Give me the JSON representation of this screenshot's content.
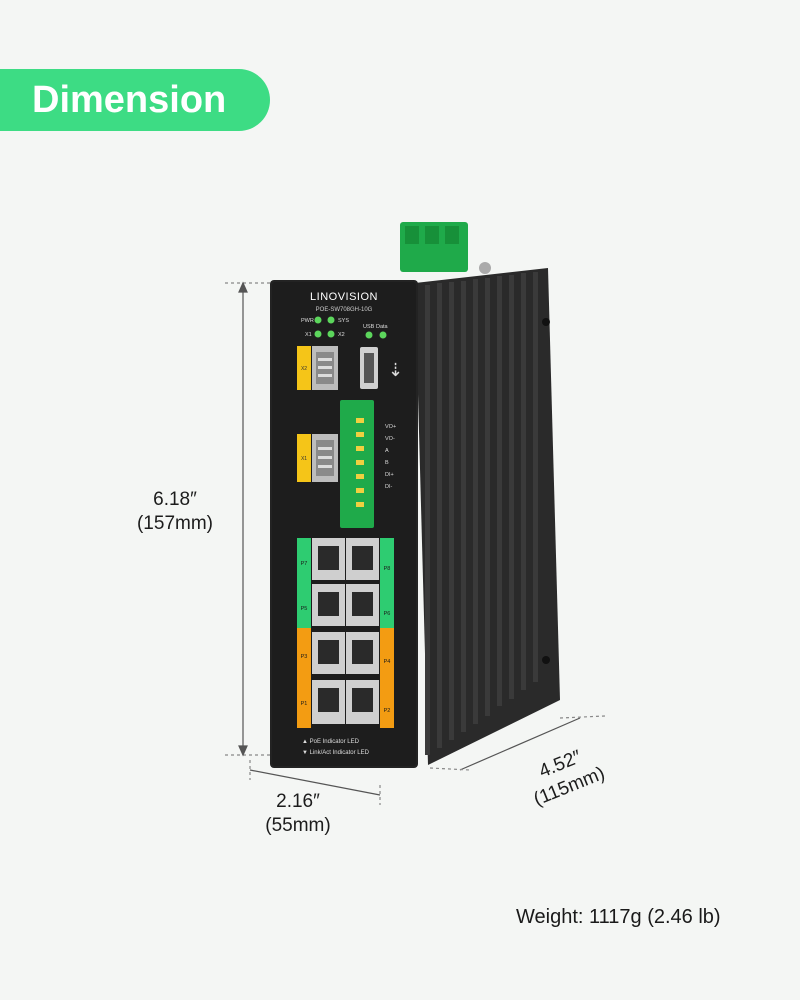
{
  "header": {
    "badge_text": "Dimension"
  },
  "device": {
    "brand": "LINOVISION",
    "model": "POE-SW708GH-10G",
    "led_labels": [
      "PWR",
      "SYS",
      "X1",
      "X2",
      "USB",
      "Data"
    ],
    "terminal_labels": [
      "VO+",
      "VO-",
      "A",
      "B",
      "DI+",
      "DI-"
    ],
    "sfp_labels": [
      "X2",
      "X1"
    ],
    "port_labels": [
      "P7",
      "P8",
      "P5",
      "P6",
      "P3",
      "P4",
      "P1",
      "P2"
    ],
    "legend_poe": "▲ PoE Indicator LED",
    "legend_link": "▼ Link/Act Indicator LED",
    "accent_green": "#3ddc84",
    "port_green": "#2ecc71",
    "port_orange": "#f39c12",
    "sfp_yellow": "#f5c518"
  },
  "dimensions": {
    "height": {
      "imperial": "6.18″",
      "metric": "(157mm)"
    },
    "width": {
      "imperial": "2.16″",
      "metric": "(55mm)"
    },
    "depth": {
      "imperial": "4.52″",
      "metric": "(115mm)"
    }
  },
  "weight": "Weight: 1117g (2.46 lb)"
}
